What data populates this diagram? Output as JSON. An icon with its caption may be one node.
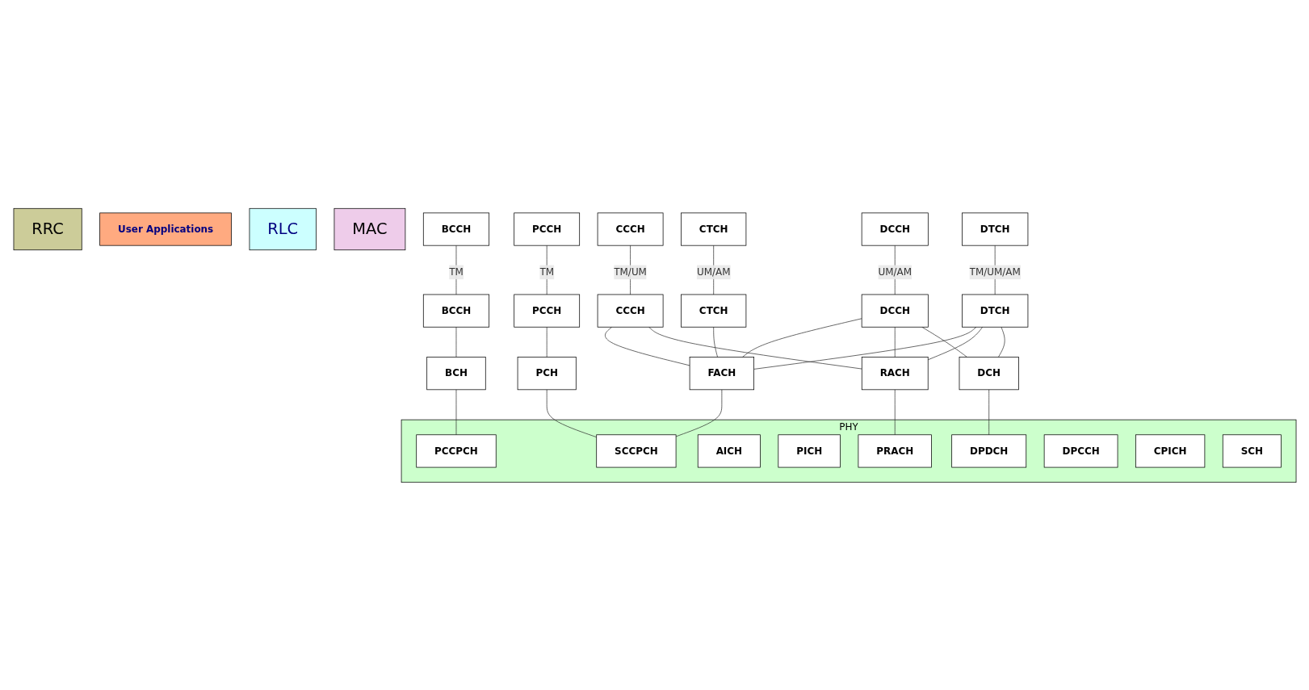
{
  "diagram": {
    "nodes": [
      {
        "text": [
          "RRC"
        ]
      },
      {
        "text": [
          "User Applications"
        ]
      },
      {
        "text": [
          "RLC"
        ]
      },
      {
        "text": [
          "MAC"
        ]
      },
      {
        "text": [
          "PHY"
        ]
      },
      {
        "text": [
          "BCCH"
        ]
      },
      {
        "text": [
          "PCCH"
        ]
      },
      {
        "text": [
          "CCCH"
        ]
      },
      {
        "text": [
          "DCCH"
        ]
      },
      {
        "text": [
          "CTCH"
        ]
      },
      {
        "text": [
          "DTCH"
        ]
      },
      {
        "text": [
          "BCCH"
        ]
      },
      {
        "text": [
          "PCCH"
        ]
      },
      {
        "text": [
          "CCCH"
        ]
      },
      {
        "text": [
          "DCCH"
        ]
      },
      {
        "text": [
          "CTCH"
        ]
      },
      {
        "text": [
          "DTCH"
        ]
      },
      {
        "text": [
          "BCH"
        ]
      },
      {
        "text": [
          "PCH"
        ]
      },
      {
        "text": [
          "FACH"
        ]
      },
      {
        "text": [
          "RACH"
        ]
      },
      {
        "text": [
          "DCH"
        ]
      },
      {
        "text": [
          "PCCPCH"
        ],
        "in": 4
      },
      {
        "text": [
          "SCCPCH"
        ],
        "in": 4
      },
      {
        "text": [
          "AICH"
        ],
        "in": 4
      },
      {
        "text": [
          "PICH"
        ],
        "in": 4
      },
      {
        "text": [
          "PRACH"
        ],
        "in": 4
      },
      {
        "text": [
          "DPDCH"
        ],
        "in": 4
      },
      {
        "text": [
          "DPCCH"
        ],
        "in": 4
      },
      {
        "text": [
          "CPICH"
        ],
        "in": 4
      },
      {
        "text": [
          "SCH"
        ],
        "in": 4
      }
    ],
    "edges": [
      {
        "from": 5,
        "to": 11,
        "arrow": "none",
        "label": "TM"
      },
      {
        "from": 6,
        "to": 12,
        "arrow": "none",
        "label": "TM"
      },
      {
        "from": 7,
        "to": 13,
        "arrow": "none",
        "label": "TM/UM"
      },
      {
        "from": 8,
        "to": 14,
        "arrow": "none",
        "label": "UM/AM"
      },
      {
        "from": 9,
        "to": 15,
        "arrow": "none",
        "label": "UM/AM"
      },
      {
        "from": 10,
        "to": 16,
        "arrow": "none",
        "label": "TM/UM/AM"
      },
      {
        "from": 11,
        "to": 17,
        "arrow": "none"
      },
      {
        "from": 12,
        "to": 18,
        "arrow": "none"
      },
      {
        "from": 13,
        "to": 19,
        "arrow": "none"
      },
      {
        "from": 13,
        "to": 20,
        "arrow": "none"
      },
      {
        "from": 14,
        "to": 19,
        "arrow": "none"
      },
      {
        "from": 14,
        "to": 20,
        "arrow": "none"
      },
      {
        "from": 14,
        "to": 21,
        "arrow": "none"
      },
      {
        "from": 15,
        "to": 19,
        "arrow": "none"
      },
      {
        "from": 16,
        "to": 19,
        "arrow": "none"
      },
      {
        "from": 16,
        "to": 20,
        "arrow": "none"
      },
      {
        "from": 16,
        "to": 21,
        "arrow": "none"
      },
      {
        "from": 17,
        "to": 22,
        "arrow": "none"
      },
      {
        "from": 18,
        "to": 23,
        "arrow": "none"
      },
      {
        "from": 19,
        "to": 23,
        "arrow": "none"
      },
      {
        "from": 20,
        "to": 26,
        "arrow": "none"
      },
      {
        "from": 21,
        "to": 27,
        "arrow": "none"
      }
    ]
  }
}
